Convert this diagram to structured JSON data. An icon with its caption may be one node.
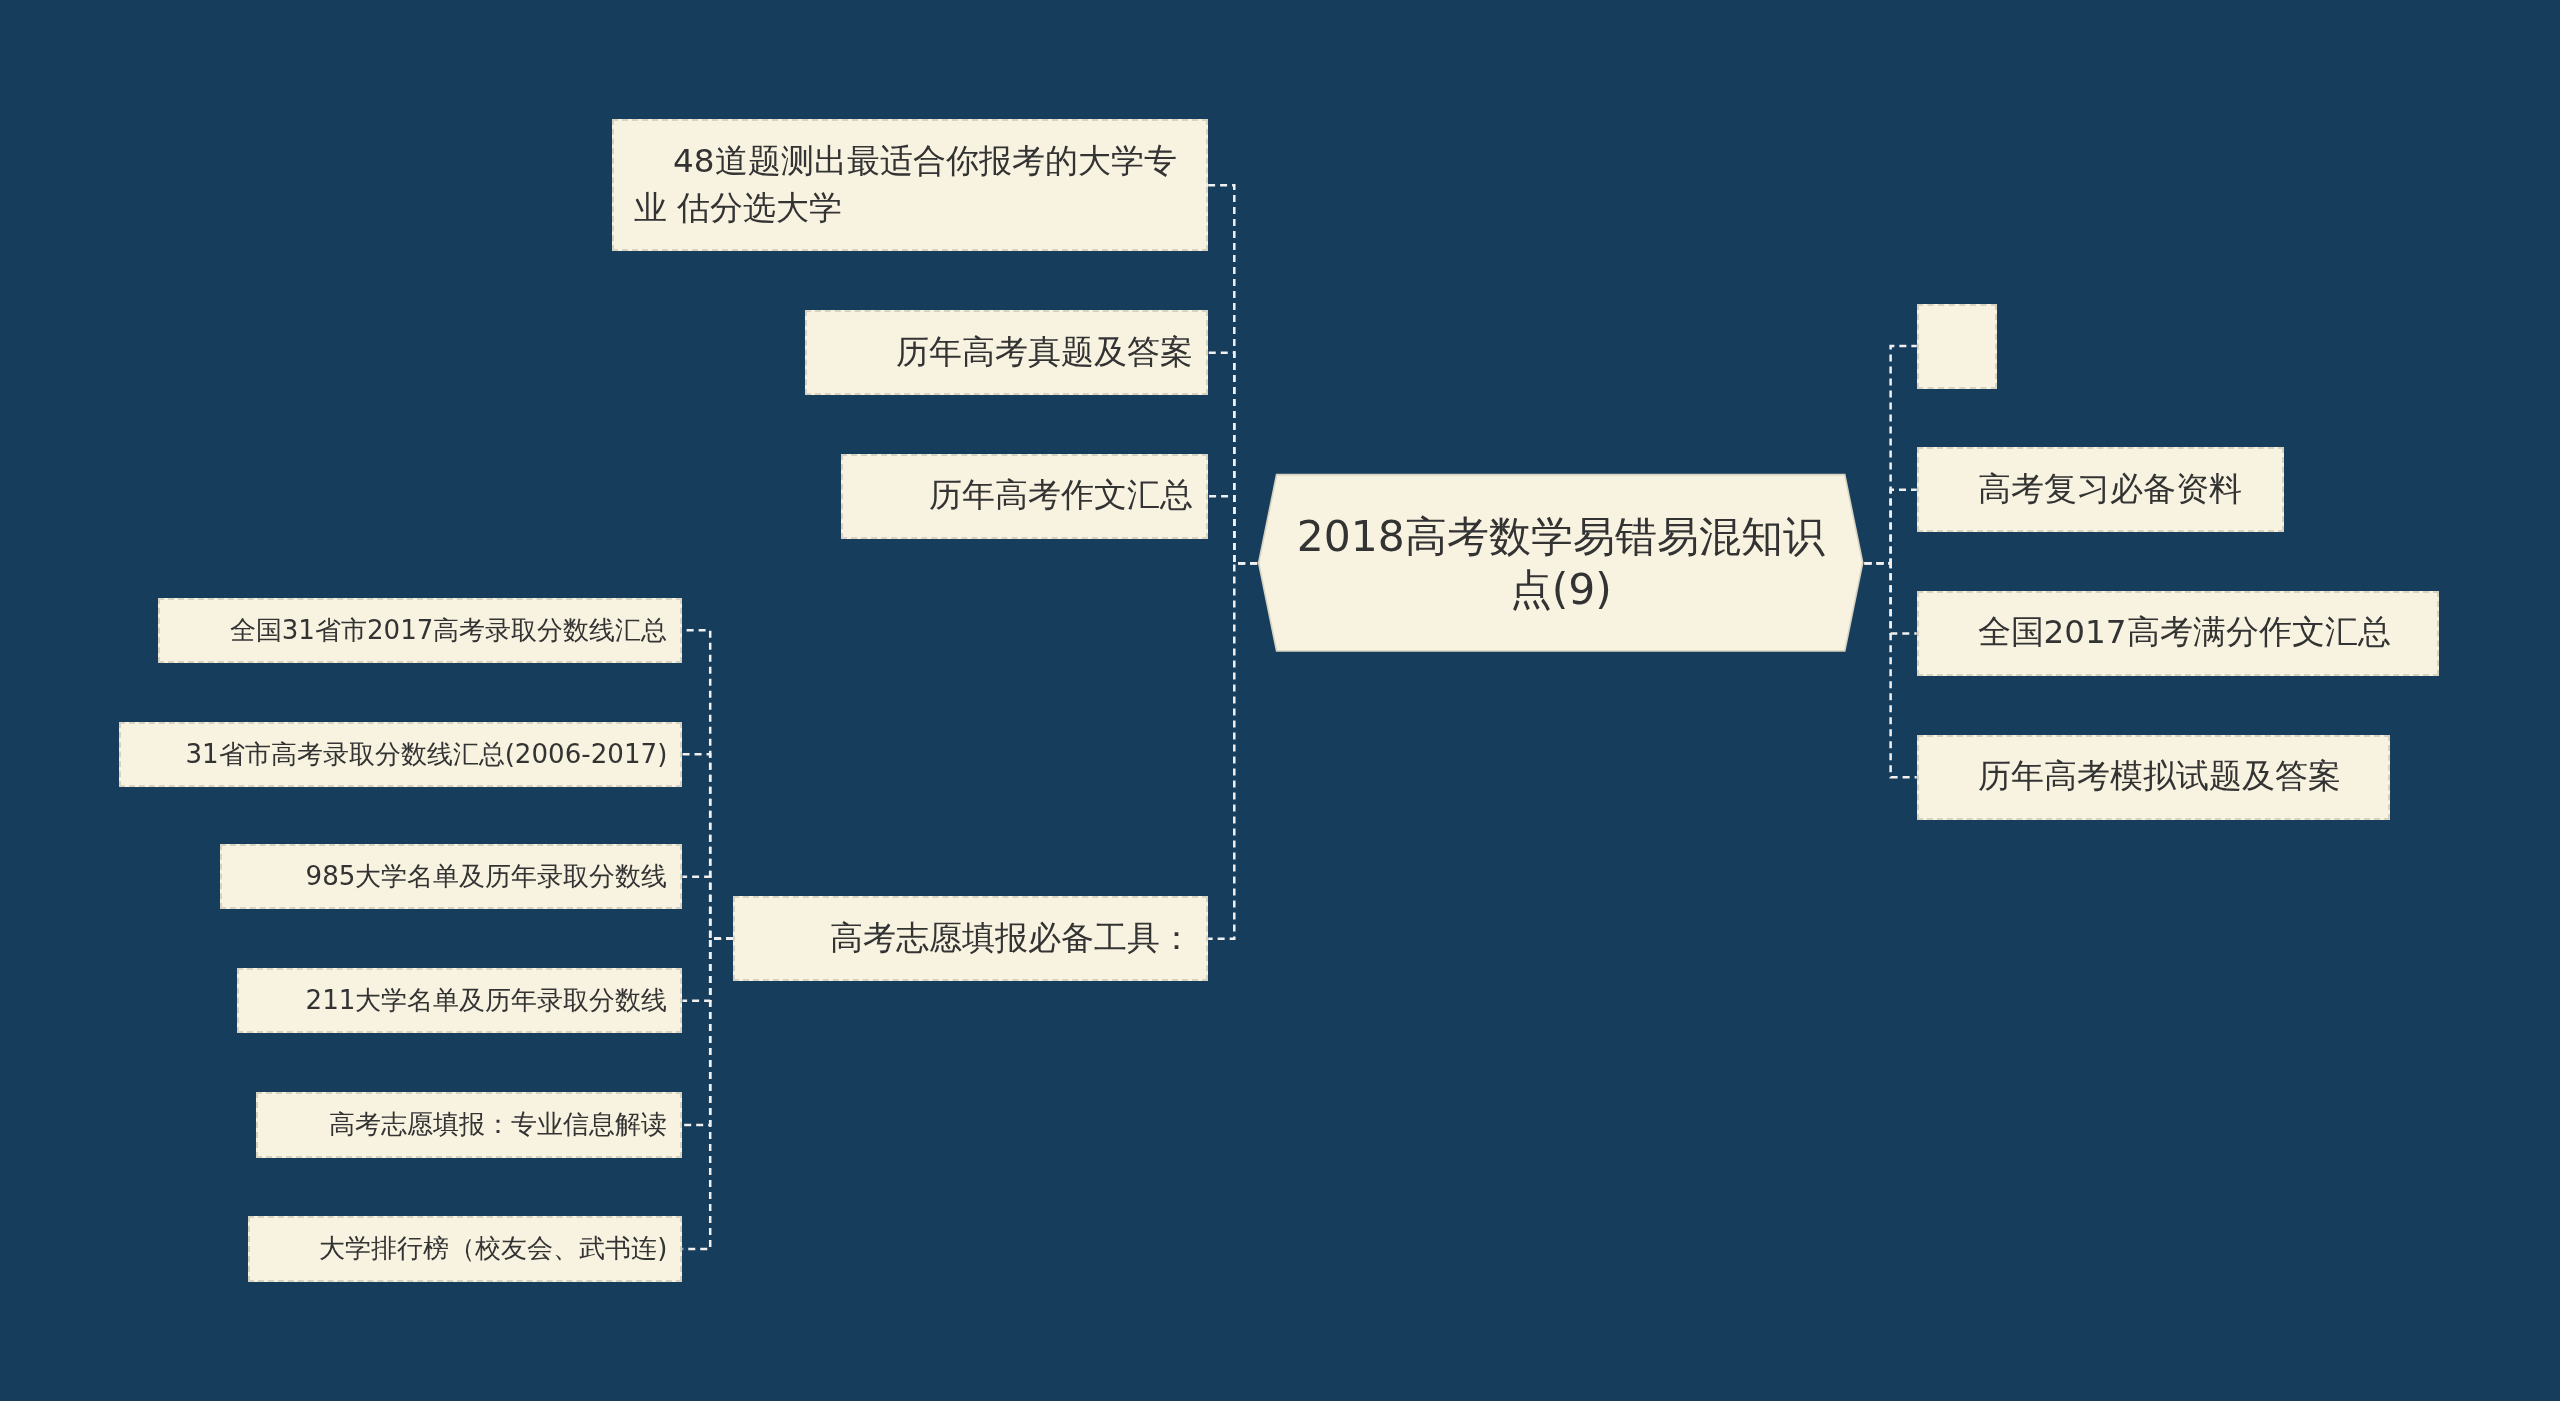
{
  "diagram": {
    "nodes": [
      {
        "text": [
          "2018高考数学易错易混知识点(9)"
        ]
      },
      {
        "text": [
          "48道题测出最适合你报考的大学专业 估分选大学"
        ]
      },
      {
        "text": [
          "历年高考真题及答案"
        ]
      },
      {
        "text": [
          "历年高考作文汇总"
        ]
      },
      {
        "text": [
          "高考志愿填报必备工具："
        ]
      },
      {
        "text": [
          "全国31省市2017高考录取分数线汇总"
        ]
      },
      {
        "text": [
          "31省市高考录取分数线汇总(2006-2017)"
        ]
      },
      {
        "text": [
          "985大学名单及历年录取分数线"
        ]
      },
      {
        "text": [
          "211大学名单及历年录取分数线"
        ]
      },
      {
        "text": [
          "高考志愿填报：专业信息解读"
        ]
      },
      {
        "text": [
          "大学排行榜（校友会、武书连)"
        ]
      },
      {
        "text": [],
        "shape": "box"
      },
      {
        "text": [
          "高考复习必备资料"
        ]
      },
      {
        "text": [
          "全国2017高考满分作文汇总"
        ]
      },
      {
        "text": [
          "历年高考模拟试题及答案"
        ]
      }
    ],
    "edges": [
      {
        "from": 0,
        "to": 1,
        "arrow": "none"
      },
      {
        "from": 0,
        "to": 2,
        "arrow": "none"
      },
      {
        "from": 0,
        "to": 3,
        "arrow": "none"
      },
      {
        "from": 0,
        "to": 4,
        "arrow": "none"
      },
      {
        "from": 4,
        "to": 5,
        "arrow": "none"
      },
      {
        "from": 4,
        "to": 6,
        "arrow": "none"
      },
      {
        "from": 4,
        "to": 7,
        "arrow": "none"
      },
      {
        "from": 4,
        "to": 8,
        "arrow": "none"
      },
      {
        "from": 4,
        "to": 9,
        "arrow": "none"
      },
      {
        "from": 4,
        "to": 10,
        "arrow": "none"
      },
      {
        "from": 0,
        "to": 11,
        "arrow": "none"
      },
      {
        "from": 0,
        "to": 12,
        "arrow": "none"
      },
      {
        "from": 0,
        "to": 13,
        "arrow": "none"
      },
      {
        "from": 0,
        "to": 14,
        "arrow": "none"
      }
    ]
  }
}
